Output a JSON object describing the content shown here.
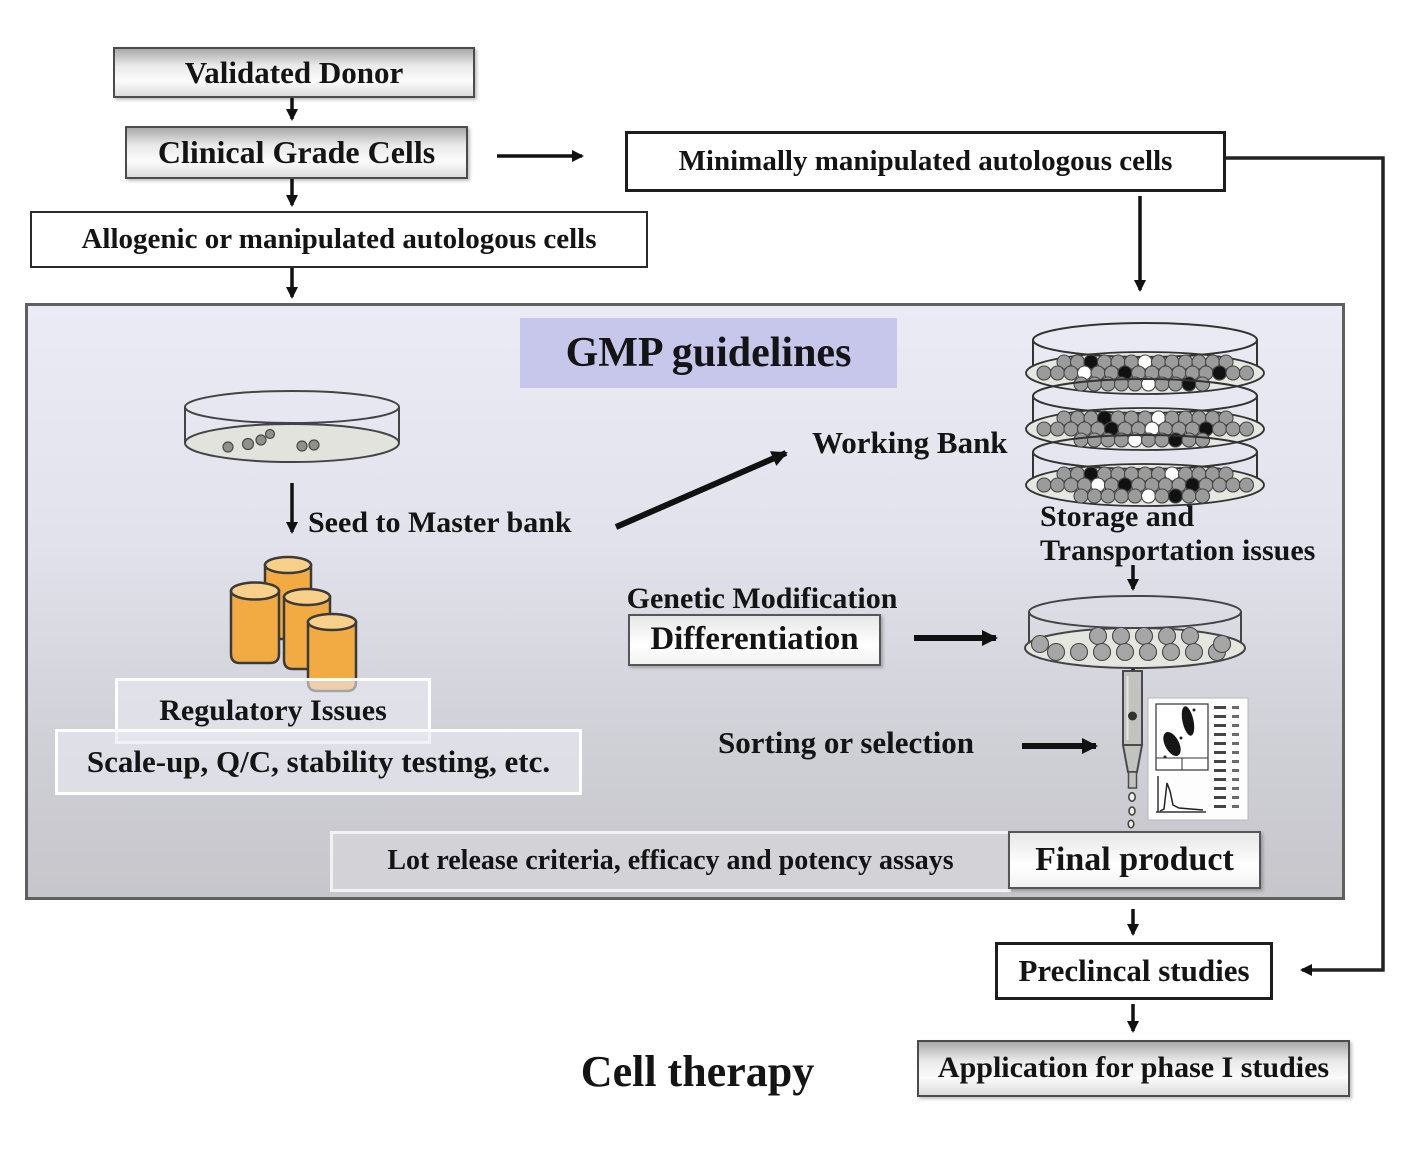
{
  "diagram": {
    "top_flow": {
      "validated_donor": "Validated Donor",
      "clinical_grade_cells": "Clinical Grade Cells",
      "allogenic_cells": "Allogenic or manipulated autologous cells",
      "minimally_manipulated_cells": "Minimally manipulated autologous cells"
    },
    "gmp_box": {
      "title": "GMP guidelines",
      "seed_to_master_bank": "Seed to Master bank",
      "working_bank": "Working Bank",
      "storage": "Storage and\nTransportation issues",
      "regulatory_issues": "Regulatory Issues",
      "scale_up": "Scale-up, Q/C, stability testing, etc.",
      "genetic_modification": "Genetic Modification",
      "differentiation": "Differentiation",
      "sorting_or_selection": "Sorting or selection",
      "lot_release": "Lot release criteria, efficacy and potency assays",
      "final_product": "Final product"
    },
    "bottom_flow": {
      "preclinical_studies": "Preclincal studies",
      "cell_therapy": "Cell therapy",
      "application_phase1": "Application for phase I studies"
    },
    "icons": {
      "seed_dish": "petri-dish-with-few-cells",
      "master_bank": "orange-cryovial-cluster",
      "working_bank_stack": "stacked-culture-dishes-with-cells",
      "differentiated_dish": "petri-dish-confluent-cells",
      "sorter": "cell-sorter-nozzle-with-droplets",
      "facs": "flow-cytometry-readout-card"
    },
    "colors": {
      "gmp_title_bg": "#c7c7ec",
      "gmp_panel_top": "#ebebf6",
      "gmp_panel_bottom": "#c6c6cb",
      "vial_orange": "#f2ab42",
      "vial_orange_light": "#f9d089",
      "cell_gray": "#a0a0a0",
      "arrow_black": "#111111"
    }
  }
}
